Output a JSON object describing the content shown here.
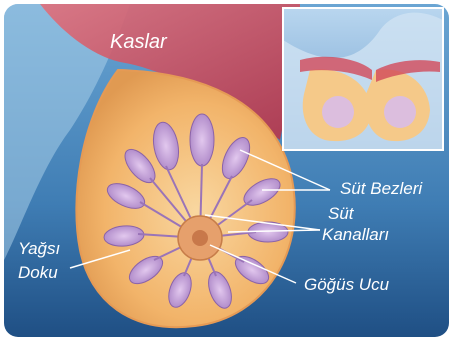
{
  "labels": {
    "muscles": "Kaslar",
    "milk_glands": "Süt Bezleri",
    "milk_ducts_line1": "Süt",
    "milk_ducts_line2": "Kanalları",
    "fatty_tissue_line1": "Yağsı",
    "fatty_tissue_line2": "Doku",
    "nipple": "Göğüs Ucu"
  },
  "colors": {
    "background": "#7fb2d8",
    "muscle": "#d24a5a",
    "fat": "#f2b46a",
    "gland": "#c7a3d9",
    "label_text": "#ffffff"
  }
}
